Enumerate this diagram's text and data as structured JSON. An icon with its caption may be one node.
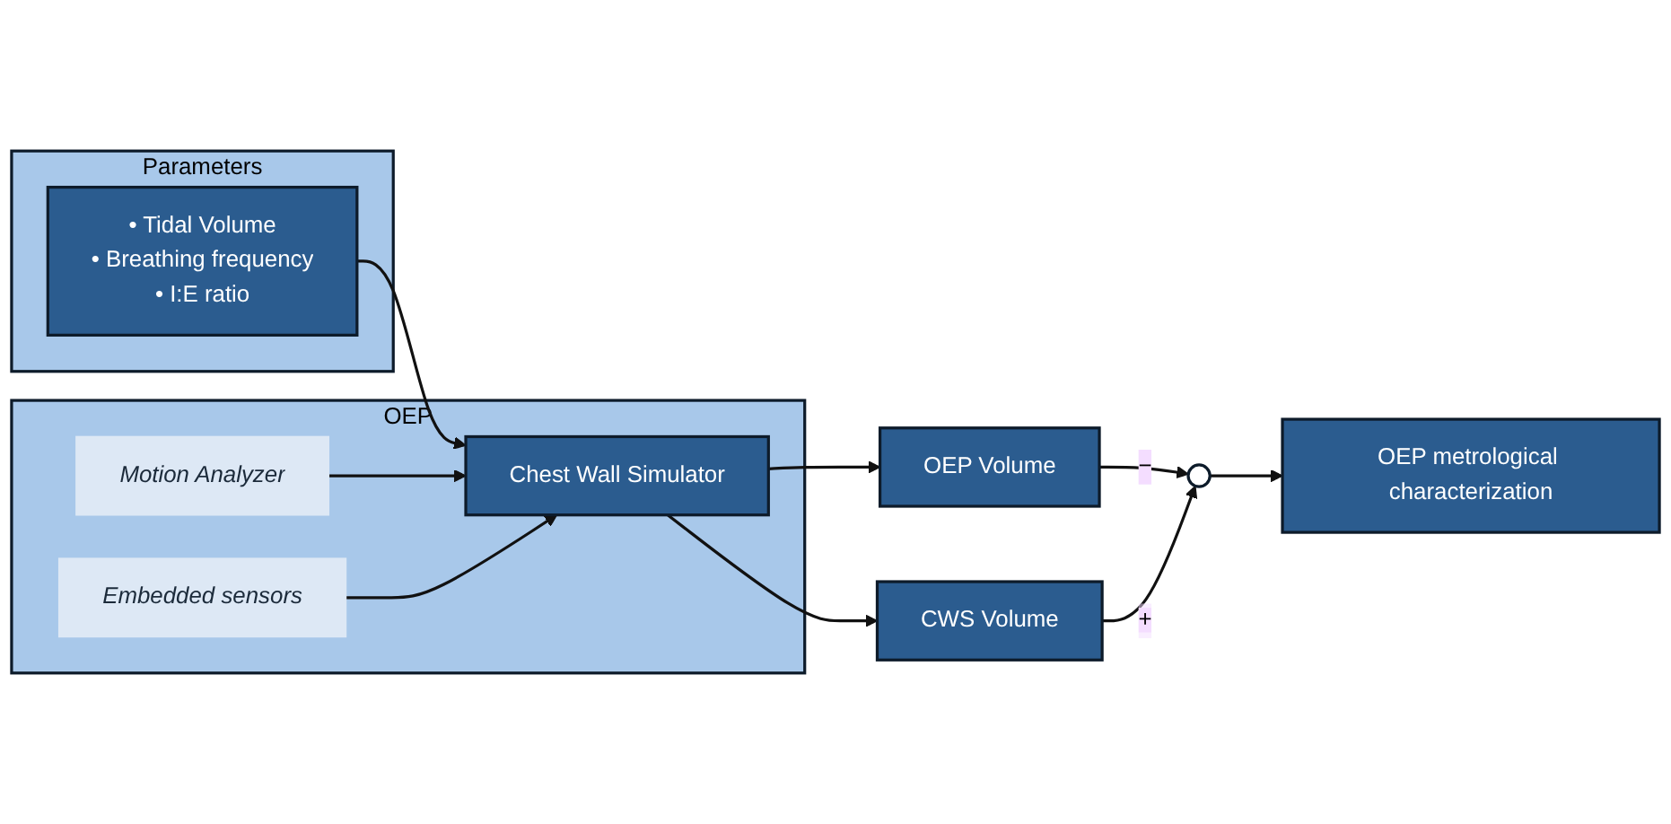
{
  "diagram": {
    "nodes": [
      {
        "text": [
          "Parameters"
        ]
      },
      {
        "text": [
          "• Tidal Volume",
          "• Breathing frequency",
          "• I:E ratio"
        ],
        "in": 0
      },
      {
        "text": [
          "OEP"
        ]
      },
      {
        "text": [
          "Motion Analyzer"
        ],
        "in": 2
      },
      {
        "text": [
          "Chest Wall Simulator"
        ],
        "in": 2
      },
      {
        "text": [
          "Embedded sensors"
        ],
        "in": 2
      },
      {
        "text": [
          "OEP Volume"
        ]
      },
      {
        "text": [
          "CWS Volume"
        ]
      },
      {
        "text": [],
        "shape": "circle"
      },
      {
        "text": [
          "OEP metrological characterization"
        ]
      }
    ],
    "edges": [
      {
        "from": 1,
        "to": 4,
        "arrow": "to"
      },
      {
        "from": 3,
        "to": 4,
        "arrow": "to"
      },
      {
        "from": 4,
        "to": 6,
        "arrow": "to"
      },
      {
        "from": 5,
        "to": 4,
        "arrow": "to"
      },
      {
        "from": 4,
        "to": 7,
        "arrow": "to"
      },
      {
        "from": 6,
        "to": 8,
        "label": "−",
        "arrow": "to"
      },
      {
        "from": 7,
        "to": 8,
        "label": "+",
        "arrow": "to"
      },
      {
        "from": 8,
        "to": 9,
        "arrow": "to"
      }
    ]
  }
}
